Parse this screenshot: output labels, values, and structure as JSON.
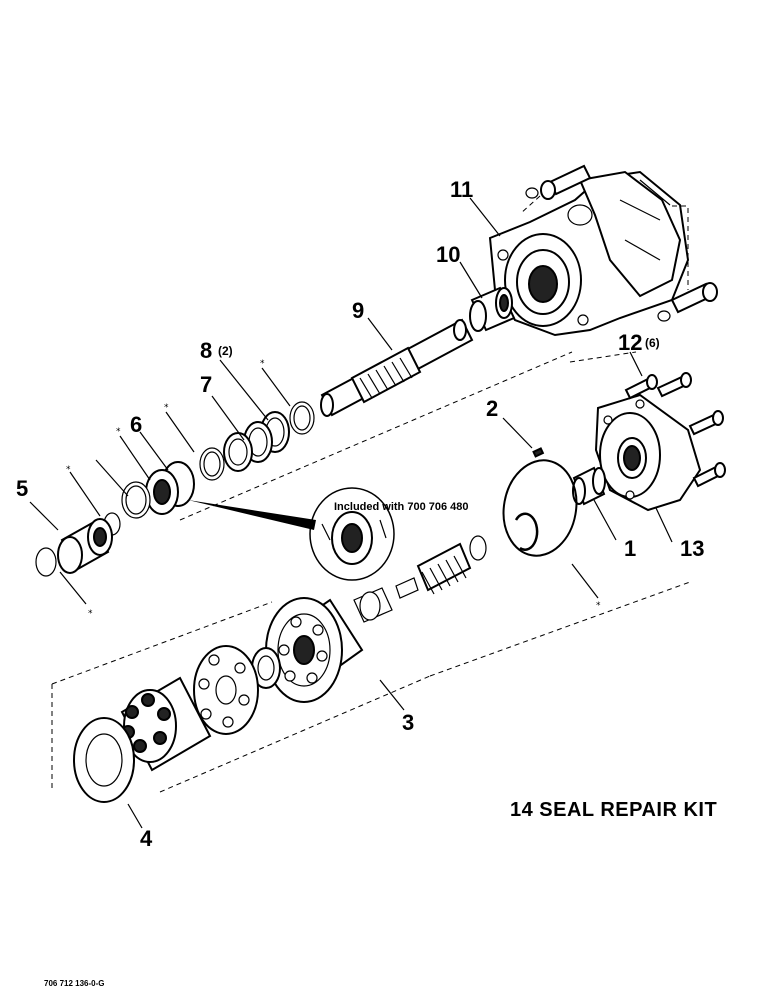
{
  "callouts": {
    "c1": "1",
    "c2": "2",
    "c3": "3",
    "c4": "4",
    "c5": "5",
    "c6": "6",
    "c7": "7",
    "c8": "8",
    "c8_qty": "(2)",
    "c9": "9",
    "c10": "10",
    "c11": "11",
    "c12": "12",
    "c12_qty": "(6)",
    "c13": "13"
  },
  "inset_note": "Included with 700 706 480",
  "kit_label": "14 SEAL REPAIR KIT",
  "document_number": "706 712 136-0-G",
  "seal_kit_marker": "*"
}
